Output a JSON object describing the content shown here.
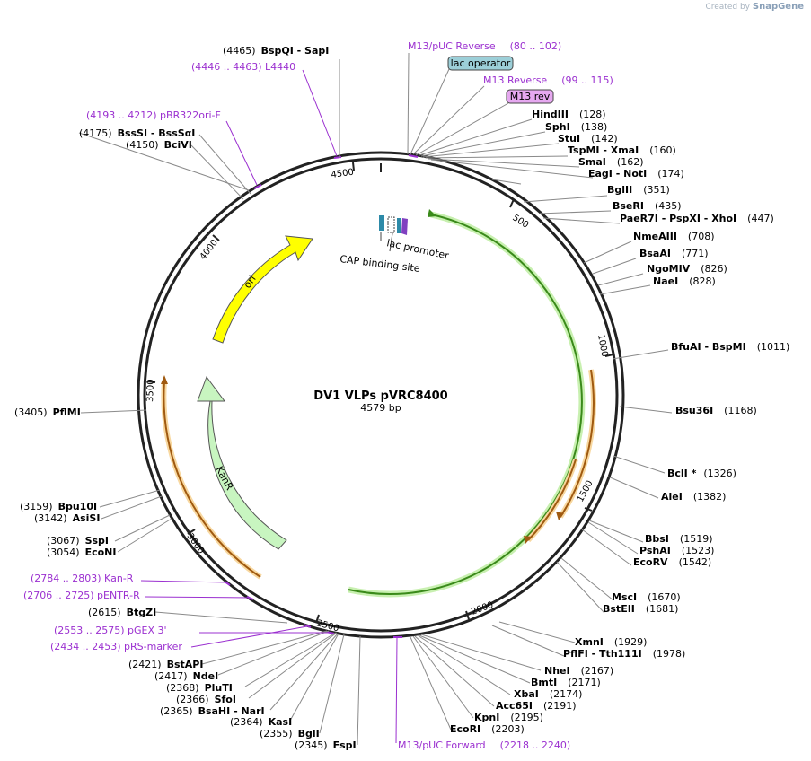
{
  "app": {
    "created_by": "Created by",
    "brand": "SnapGene"
  },
  "map": {
    "title": "DV1 VLPs pVRC8400",
    "size_label": "4579 bp"
  },
  "ticks": [
    "500",
    "1000",
    "1500",
    "2000",
    "2500",
    "3000",
    "3500",
    "4000",
    "4500"
  ],
  "features": {
    "ori": "ori",
    "kanr": "KanR",
    "lac_promoter": "lac promoter",
    "cap_site": "CAP binding site",
    "lac_operator": "lac operator",
    "m13rev_box": "M13 rev"
  },
  "labels": [
    {
      "p": "(4465)",
      "n": "BspQI",
      "s": " - SapI"
    },
    {
      "n": "M13/pUC Reverse",
      "p": "(80 .. 102)",
      "primer": true
    },
    {
      "n": "M13 Reverse",
      "p": "(99 .. 115)",
      "primer": true
    },
    {
      "n": "(4446 .. 4463)  L4440",
      "primer": true
    },
    {
      "n": "HindIII",
      "p": "(128)"
    },
    {
      "n": "SphI",
      "p": "(138)"
    },
    {
      "n": "StuI",
      "p": "(142)"
    },
    {
      "n": "TspMI",
      "s": " - XmaI",
      "p": "(160)"
    },
    {
      "n": "SmaI",
      "p": "(162)"
    },
    {
      "n": "EagI",
      "s": " - NotI",
      "p": "(174)"
    },
    {
      "n": "(4193 .. 4212)  pBR322ori-F",
      "primer": true
    },
    {
      "p": "(4175)",
      "n": "BssSI",
      "s": " - BssSαI"
    },
    {
      "p": "(4150)",
      "n": "BciVI"
    },
    {
      "n": "BglII",
      "p": "(351)"
    },
    {
      "n": "BseRI",
      "p": "(435)"
    },
    {
      "n": "PaeR7I",
      "s": " - PspXI  - XhoI",
      "p": "(447)"
    },
    {
      "n": "NmeAIII",
      "p": "(708)"
    },
    {
      "n": "BsaAI",
      "p": "(771)"
    },
    {
      "n": "NgoMIV",
      "p": "(826)"
    },
    {
      "n": "NaeI",
      "p": "(828)"
    },
    {
      "n": "BfuAI",
      "s": " - BspMI",
      "p": "(1011)"
    },
    {
      "p": "(3405)",
      "n": "PflMI"
    },
    {
      "n": "Bsu36I",
      "p": "(1168)"
    },
    {
      "n": "BclI *",
      "p": "(1326)"
    },
    {
      "n": "AleI",
      "p": "(1382)"
    },
    {
      "p": "(3159)",
      "n": "Bpu10I"
    },
    {
      "p": "(3142)",
      "n": "AsiSI"
    },
    {
      "p": "(3067)",
      "n": "SspI"
    },
    {
      "p": "(3054)",
      "n": "EcoNI"
    },
    {
      "n": "BbsI",
      "p": "(1519)"
    },
    {
      "n": "PshAI",
      "p": "(1523)"
    },
    {
      "n": "EcoRV",
      "p": "(1542)"
    },
    {
      "n": "(2784 .. 2803)  Kan-R",
      "primer": true
    },
    {
      "n": "(2706 .. 2725)  pENTR-R",
      "primer": true
    },
    {
      "n": "MscI",
      "p": "(1670)"
    },
    {
      "n": "BstEII",
      "p": "(1681)"
    },
    {
      "p": "(2615)",
      "n": "BtgZI"
    },
    {
      "n": "(2553 .. 2575)  pGEX 3'",
      "primer": true
    },
    {
      "n": "XmnI",
      "p": "(1929)"
    },
    {
      "n": "PflFI",
      "s": " - Tth111I",
      "p": "(1978)"
    },
    {
      "n": "(2434 .. 2453)  pRS-marker",
      "primer": true
    },
    {
      "p": "(2421)",
      "n": "BstAPI"
    },
    {
      "p": "(2417)",
      "n": "NdeI"
    },
    {
      "n": "NheI",
      "p": "(2167)"
    },
    {
      "p": "(2368)",
      "n": "PluTI"
    },
    {
      "n": "BmtI",
      "p": "(2171)"
    },
    {
      "p": "(2366)",
      "n": "SfoI"
    },
    {
      "n": "XbaI",
      "p": "(2174)"
    },
    {
      "p": "(2365)",
      "n": "BsaHI",
      "s": " - NarI"
    },
    {
      "n": "Acc65I",
      "p": "(2191)"
    },
    {
      "p": "(2364)",
      "n": "KasI"
    },
    {
      "n": "KpnI",
      "p": "(2195)"
    },
    {
      "p": "(2355)",
      "n": "BglI"
    },
    {
      "n": "EcoRI",
      "p": "(2203)"
    },
    {
      "p": "(2345)",
      "n": "FspI"
    },
    {
      "n": "M13/pUC Forward",
      "p": "(2218 .. 2240)",
      "primer": true
    }
  ],
  "colors": {
    "backbone": "#222222",
    "primer": "#9b30d0",
    "ori": "#ffff00",
    "kanr": "#c8f5c0",
    "orange": "#e8a040",
    "green": "#3a8a1a",
    "lac_operator_box": "#9ccfd8",
    "m13rev_box": "#e6a8f0"
  }
}
